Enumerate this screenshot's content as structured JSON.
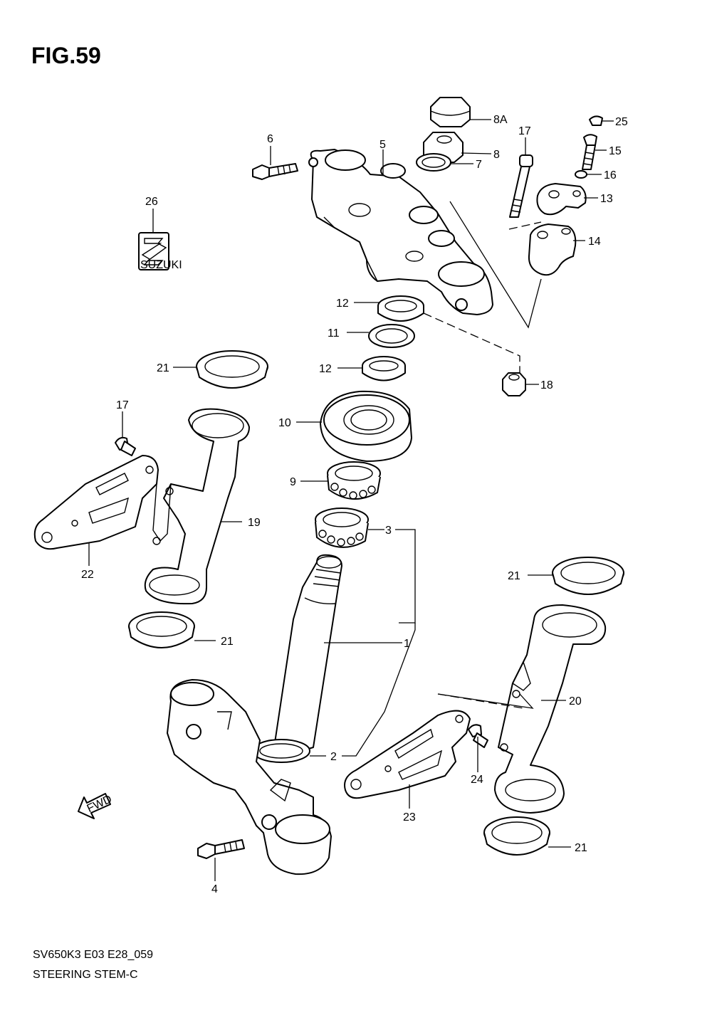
{
  "figure": {
    "title": "FIG.59"
  },
  "footer": {
    "code": "SV650K3 E03 E28_059",
    "name": "STEERING STEM-C"
  },
  "fwd_label": "FWD",
  "logo_text": "SUZUKI",
  "callouts": {
    "c1": "1",
    "c2": "2",
    "c3": "3",
    "c4": "4",
    "c5": "5",
    "c6": "6",
    "c7": "7",
    "c8": "8",
    "c8a": "8A",
    "c9": "9",
    "c10": "10",
    "c11": "11",
    "c12a": "12",
    "c12b": "12",
    "c13": "13",
    "c14": "14",
    "c15": "15",
    "c16": "16",
    "c17a": "17",
    "c17b": "17",
    "c18": "18",
    "c19": "19",
    "c20": "20",
    "c21a": "21",
    "c21b": "21",
    "c21c": "21",
    "c21d": "21",
    "c22": "22",
    "c23": "23",
    "c24": "24",
    "c25": "25",
    "c26": "26"
  }
}
